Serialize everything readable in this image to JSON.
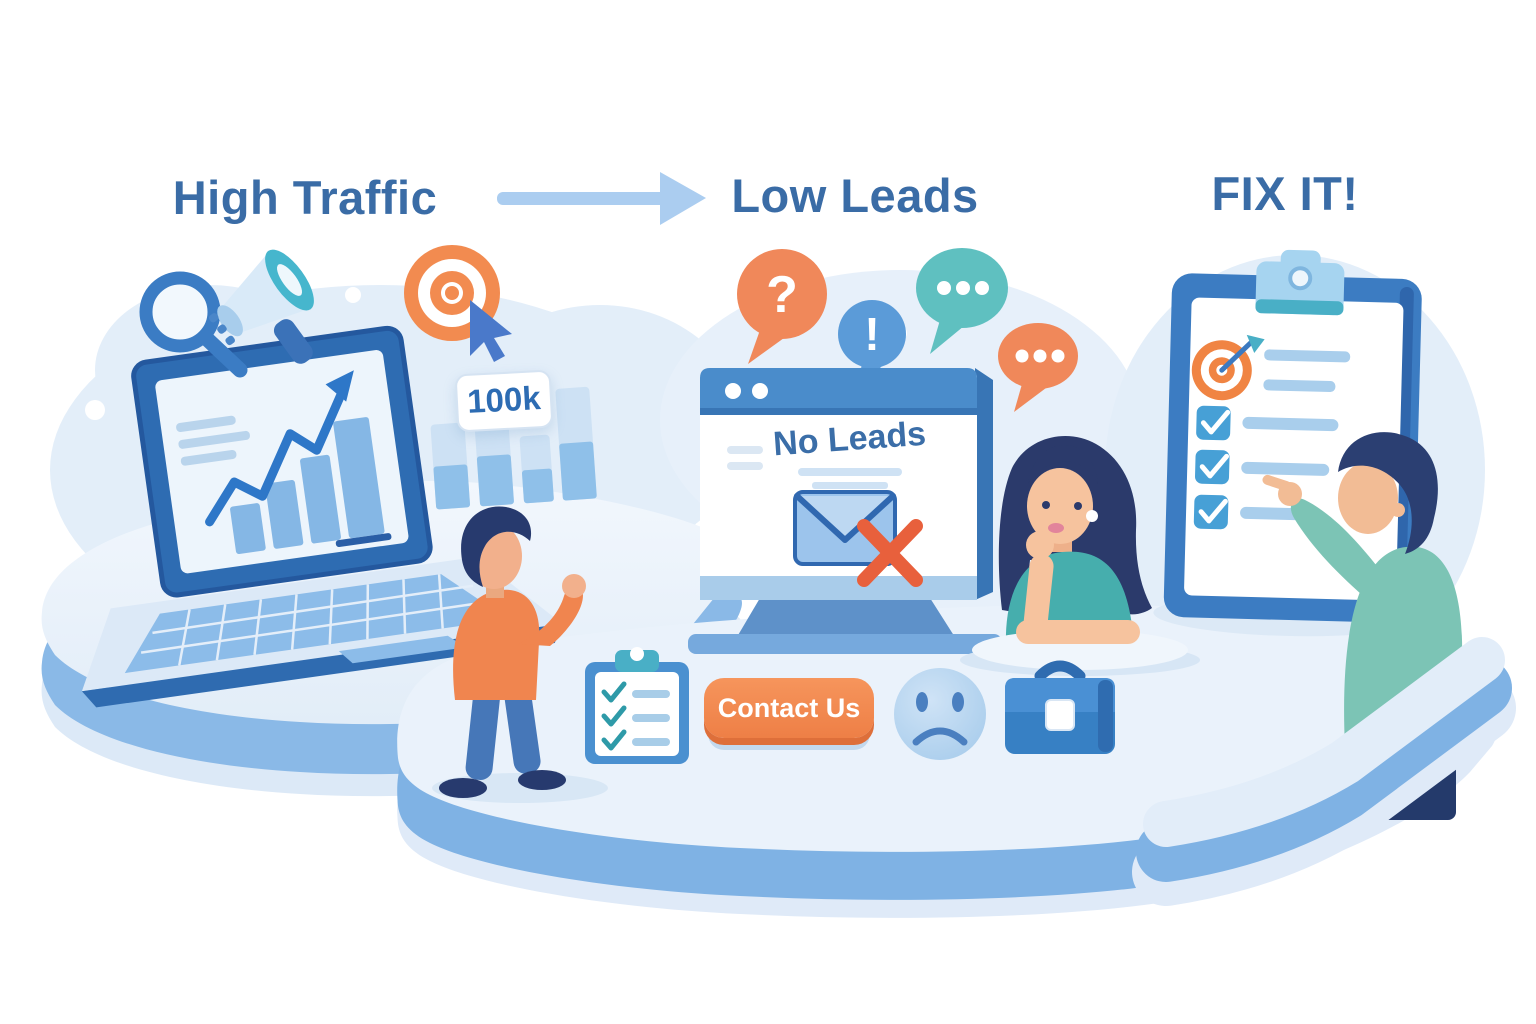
{
  "illustration": {
    "title_high_traffic": "High Traffic",
    "title_low_leads": "Low Leads",
    "title_fix_it": "FIX IT!",
    "traffic_badge": "100k",
    "browser_message": "No Leads",
    "cta_button": "Contact Us",
    "question_mark": "?",
    "exclamation_mark": "!"
  },
  "colors": {
    "heading_text": "#3a6ca6",
    "flow_arrow": "#abcdf0",
    "background_blob": "#e3eef9",
    "platform_top": "#eaf2fb",
    "platform_side": "#7fb2e4",
    "platform_lip": "#dfeaf8",
    "laptop_frame": "#2e6cb2",
    "laptop_screen": "#edf5fc",
    "chart_bar": "#85b7e5",
    "chart_line": "#2e77c8",
    "badge_text": "#2d6cb3",
    "accent_orange": "#f0874c",
    "accent_orange_deep": "#de6f3a",
    "bubble_teal": "#5fc0c0",
    "bubble_blue": "#5b9bd8",
    "browser_titlebar": "#4a8ccb",
    "x_mark_red": "#e8603c",
    "navy_hair": "#2b3a6b",
    "skin": "#f5c29e",
    "woman_shirt_teal": "#46aead",
    "man_shirt_seafoam": "#7cc4b5",
    "jeans_blue": "#4677b8",
    "clipboard_frame": "#3c7cc2",
    "checkbox_blue": "#47a0d6",
    "check_teal": "#2e9aa8",
    "briefcase_blue": "#3780c4",
    "sad_face_bg": "#b5d5f1",
    "sad_face_features": "#4a7fc0"
  },
  "icons": [
    "magnifier-icon",
    "megaphone-icon",
    "target-cursor-icon",
    "laptop-analytics-graphic",
    "traffic-bars-graphic",
    "question-bubble",
    "exclamation-bubble",
    "chat-dots-bubble-teal",
    "chat-dots-bubble-orange",
    "browser-window-graphic",
    "envelope-icon",
    "x-mark-icon",
    "woman-thinking-figure",
    "checklist-clipboard-large",
    "target-dart-icon",
    "pointing-man-figure",
    "gesturing-man-figure",
    "checklist-clipboard-small",
    "sad-face-icon",
    "briefcase-icon",
    "flow-arrow-icon"
  ]
}
